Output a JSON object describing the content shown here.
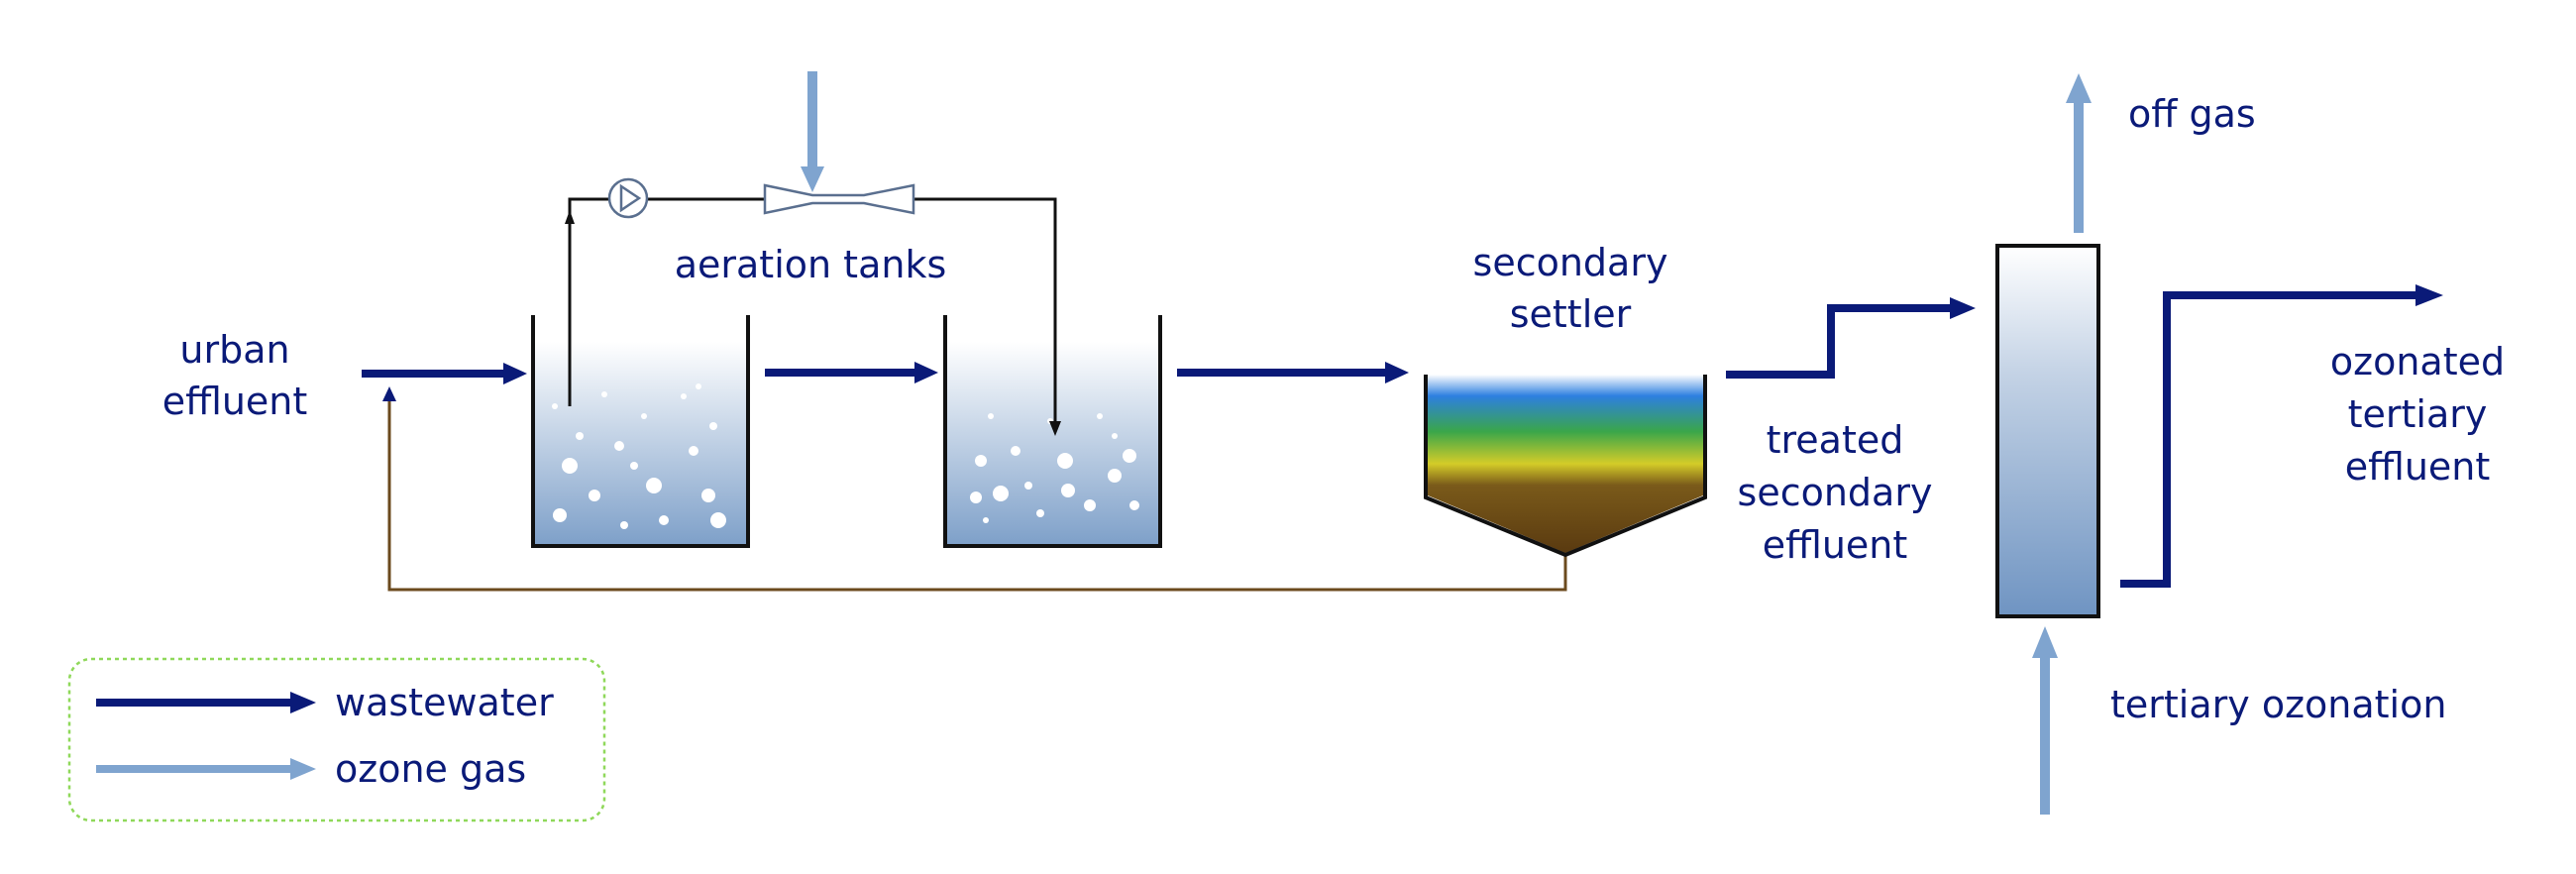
{
  "labels": {
    "urban_effluent": [
      "urban",
      "effluent"
    ],
    "aeration_tanks": "aeration tanks",
    "secondary_settler": [
      "secondary",
      "settler"
    ],
    "treated_secondary_effluent": [
      "treated",
      "secondary",
      "effluent"
    ],
    "off_gas": "off gas",
    "ozonated_tertiary_effluent": [
      "ozonated",
      "tertiary",
      "effluent"
    ],
    "tertiary_ozonation": "tertiary ozonation"
  },
  "legend": {
    "items": [
      {
        "label": "wastewater",
        "color": "#0a1a78"
      },
      {
        "label": "ozone gas",
        "color": "#7fa4cf"
      }
    ]
  },
  "colors": {
    "wastewater": "#0a1a78",
    "ozone_gas": "#7fa4cf",
    "sludge_return": "#6b4a1e",
    "text": "#0a1a78",
    "tank_water_top": "#ffffff",
    "tank_water_bottom": "#7fa0c8",
    "legend_border": "#8fd85a"
  },
  "icons": {
    "pump": "pump-icon",
    "venturi": "venturi-injector-icon"
  }
}
